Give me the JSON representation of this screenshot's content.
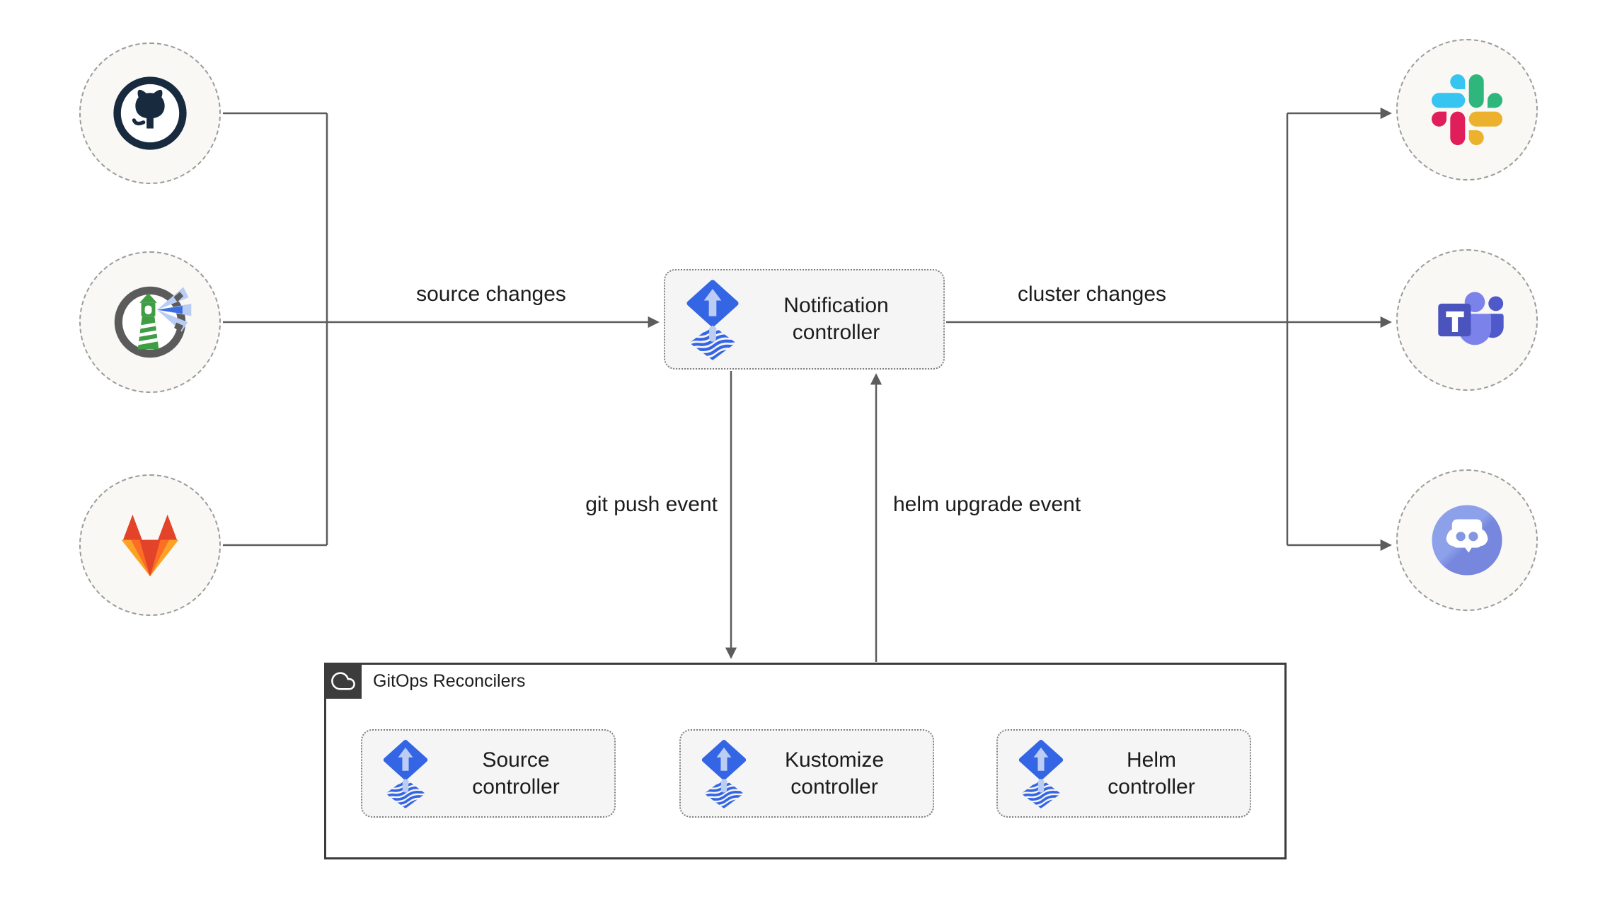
{
  "edges": {
    "source_changes": "source changes",
    "cluster_changes": "cluster changes",
    "git_push_event": "git push event",
    "helm_upgrade_event": "helm upgrade event"
  },
  "nodes": {
    "notification_controller": {
      "label": "Notification\ncontroller",
      "icon": "flux-icon"
    },
    "source_controller": {
      "label": "Source\ncontroller",
      "icon": "flux-icon"
    },
    "kustomize_controller": {
      "label": "Kustomize\ncontroller",
      "icon": "flux-icon"
    },
    "helm_controller": {
      "label": "Helm\ncontroller",
      "icon": "flux-icon"
    }
  },
  "groups": {
    "reconcilers": {
      "title": "GitOps Reconcilers",
      "icon": "cloud-icon"
    }
  },
  "source_icons": [
    {
      "icon": "github-icon"
    },
    {
      "icon": "harbor-icon"
    },
    {
      "icon": "gitlab-icon"
    }
  ],
  "target_icons": [
    {
      "icon": "slack-icon"
    },
    {
      "icon": "teams-icon"
    },
    {
      "icon": "discord-icon"
    }
  ],
  "colors": {
    "flux_blue": "#3365E4",
    "flux_arrow_light": "#BCCDF3",
    "connector_line": "#5C5C5C",
    "label_text": "#1C1C1C",
    "node_fill": "#F5F5F5",
    "node_border": "#7F7F7F",
    "circle_fill": "#F9F8F5",
    "circle_border": "#9C9C9C",
    "group_border": "#3C3C3C",
    "github_navy": "#182A3E",
    "harbor_gray": "#5B5B5B",
    "harbor_green": "#3F9D44",
    "harbor_beam": "#B9CDF4",
    "gitlab_red": "#E24329",
    "gitlab_orange": "#FC6D26",
    "gitlab_yellow": "#FCA326",
    "slack_blue": "#36C5F0",
    "slack_green": "#2EB67D",
    "slack_yellow": "#ECB22E",
    "slack_pink": "#E01E5A",
    "teams_dark": "#4B53BC",
    "teams_light": "#7B83EB",
    "teams_mid": "#5059C9",
    "discord_blurple": "#8497E1"
  }
}
